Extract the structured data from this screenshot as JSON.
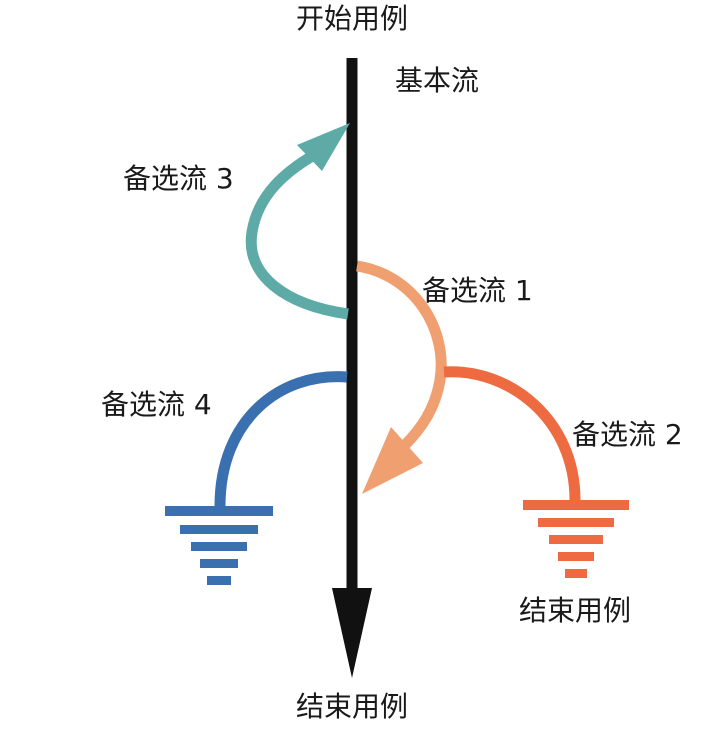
{
  "diagram": {
    "start_label": "开始用例",
    "basic_flow_label": "基本流",
    "end_label_main": "结束用例",
    "end_label_side": "结束用例",
    "alt_flows": [
      {
        "label": "备选流 1",
        "color": "#f0a070"
      },
      {
        "label": "备选流 2",
        "color": "#ee6a40"
      },
      {
        "label": "备选流 3",
        "color": "#5eaaa6"
      },
      {
        "label": "备选流 4",
        "color": "#3a6fb0"
      }
    ],
    "main_line_color": "#111111"
  }
}
